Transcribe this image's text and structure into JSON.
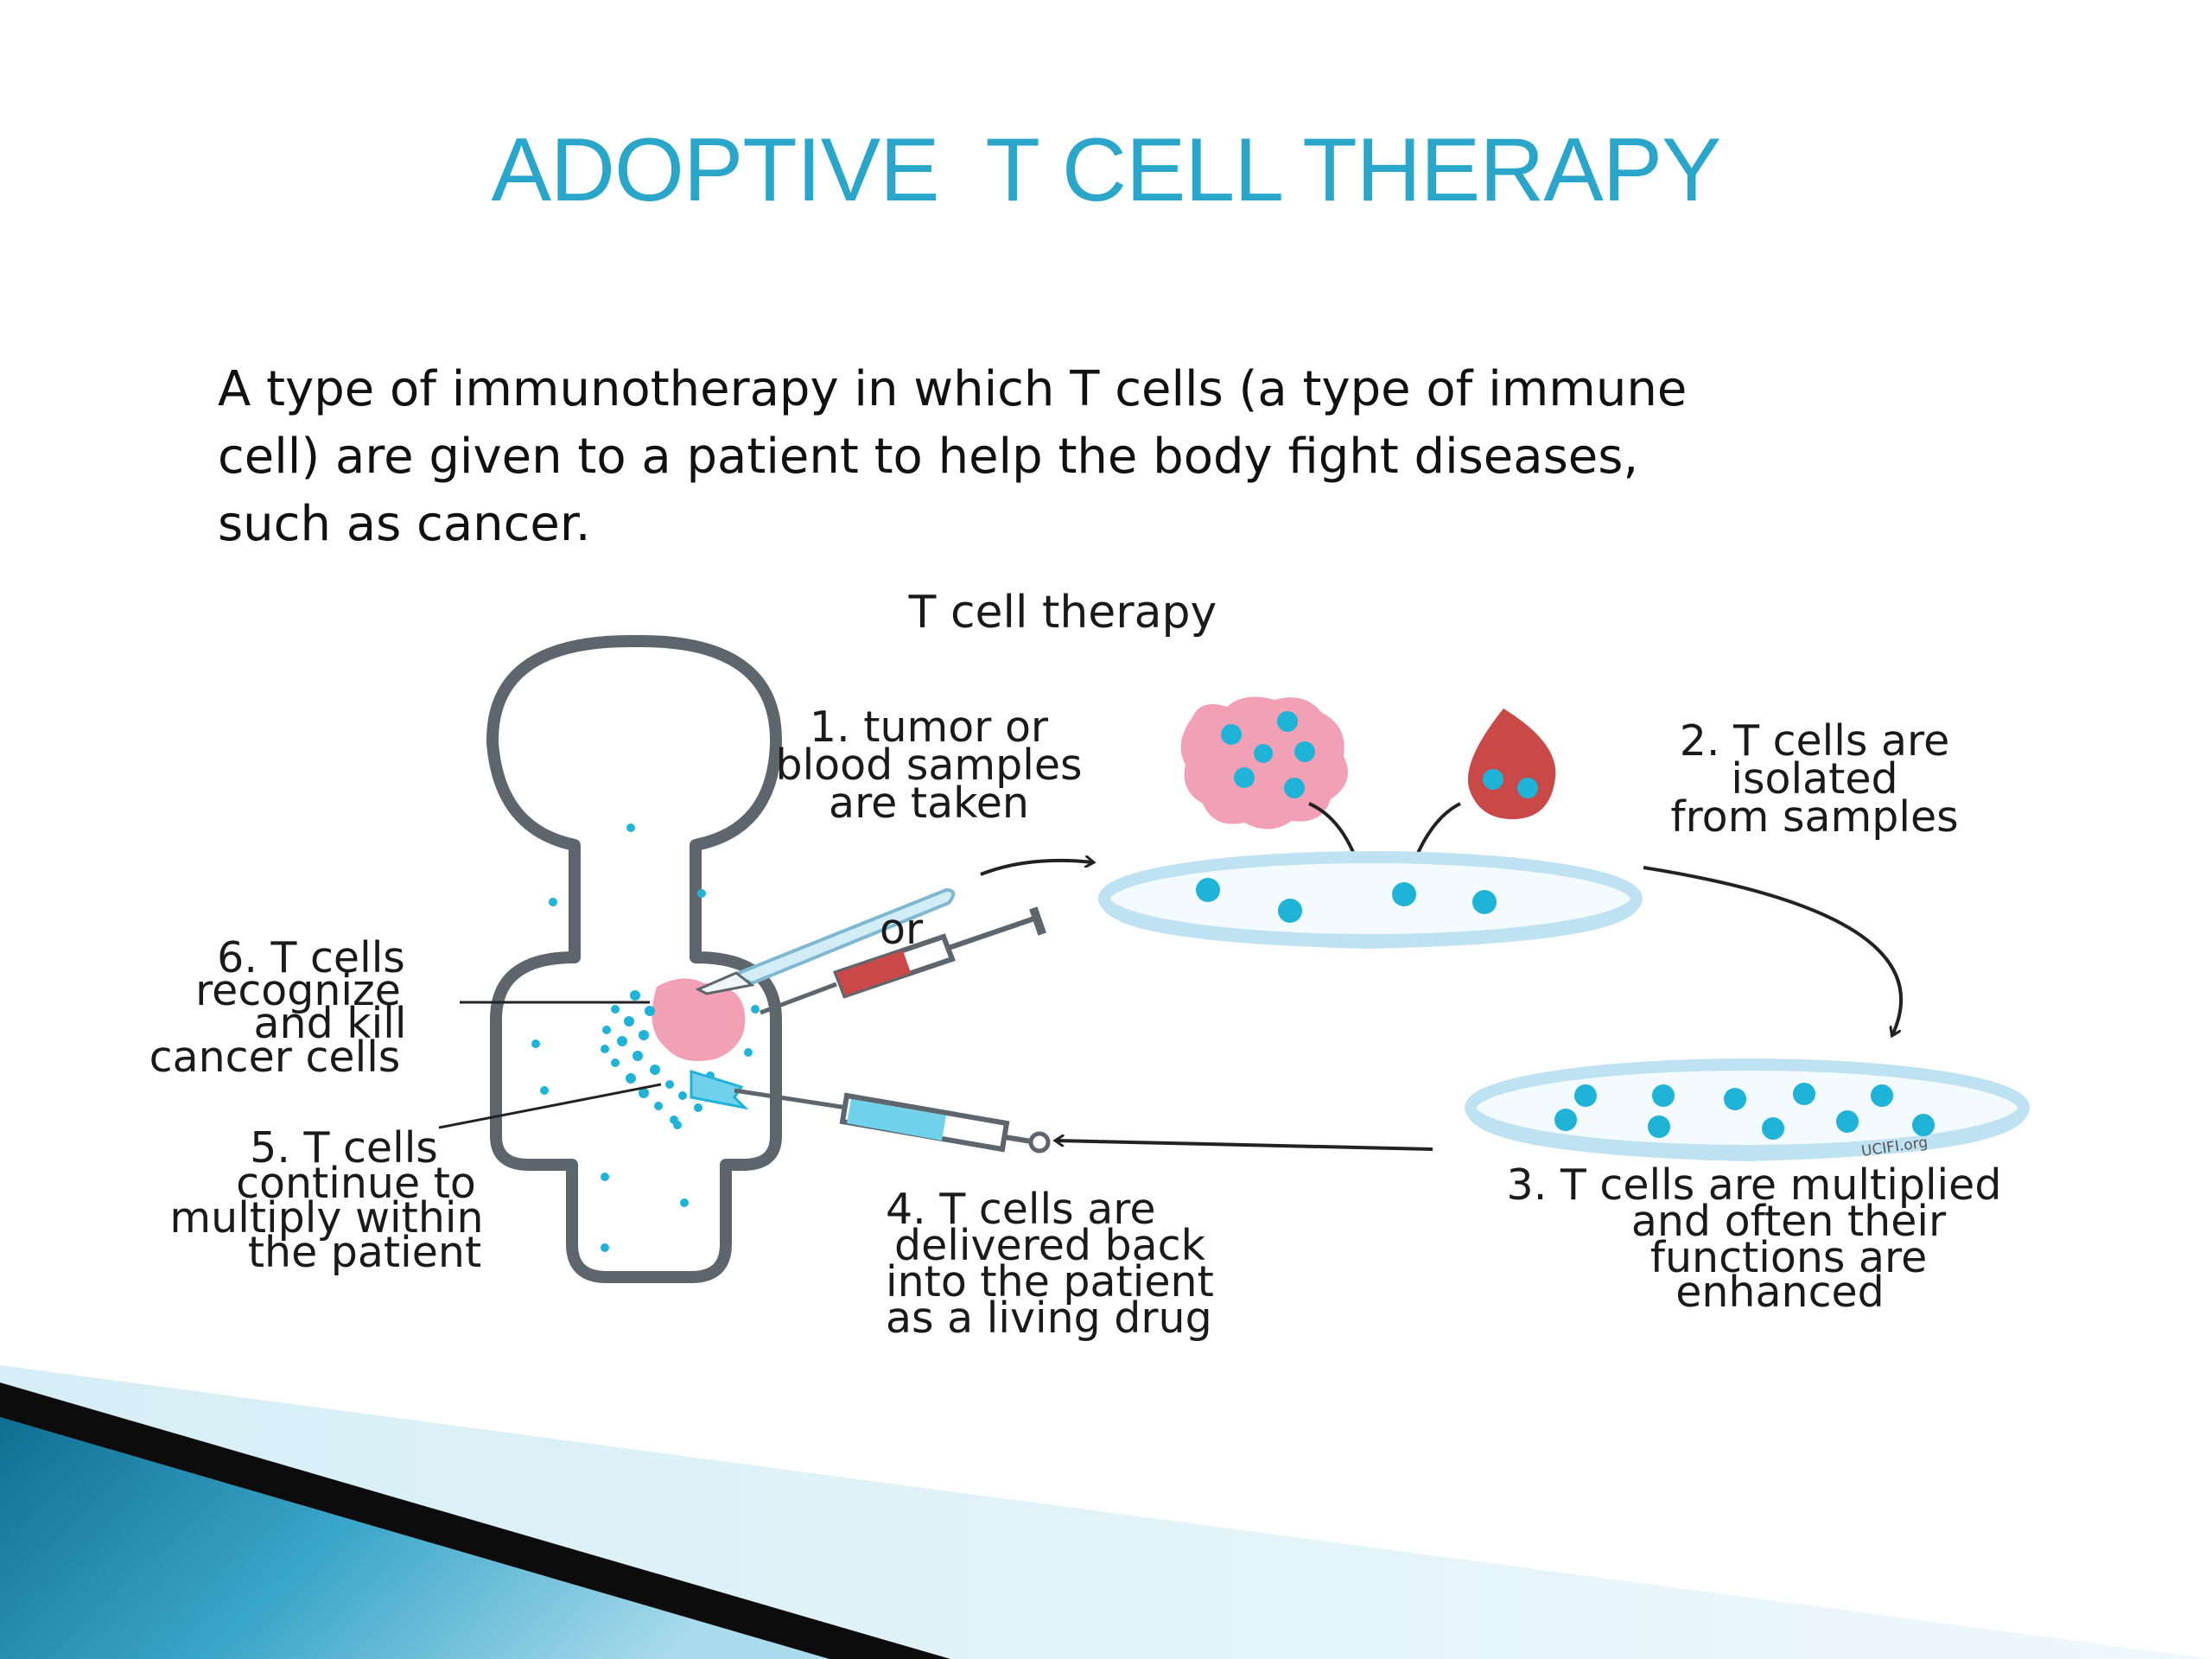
{
  "slide": {
    "title": "ADOPTIVE  T CELL THERAPY",
    "description": [
      "A type of immunotherapy in which T cells (a type of immune",
      "cell) are given to a patient to help the body fight diseases,",
      "such as cancer."
    ]
  },
  "diagram": {
    "title": "T cell therapy",
    "step1": [
      "1.  tumor or",
      "blood samples",
      "are taken"
    ],
    "step2": [
      "2.  T cells are",
      "isolated",
      "from  samples"
    ],
    "step3": [
      "3.  T cells are multiplied",
      "and  often their",
      "functions are",
      "enhanced"
    ],
    "step4": [
      "4.  T cells are",
      "delivered back",
      "into the patient",
      "as a living drug"
    ],
    "step5": [
      "5.  T cells",
      "continue to",
      "multiply within",
      "the patient"
    ],
    "step6": [
      "6.  T cells",
      "recognize",
      "and  kill",
      "cancer cells"
    ],
    "or_label": "or",
    "credit": "UCIFI.org"
  },
  "colors": {
    "title": "#29a6c9",
    "cell": "#1fb3d8",
    "tumor": "#f2a0b6",
    "blood": "#c94848",
    "dish": "#bfe2f2",
    "outline": "#5e666d",
    "banner_dark": "#0c0c0c",
    "banner_teal": "#1a86ad"
  }
}
